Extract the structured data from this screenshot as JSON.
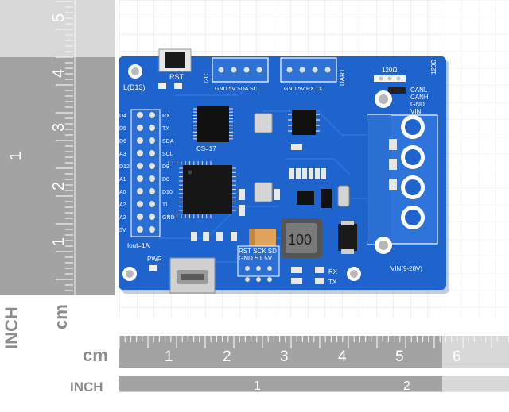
{
  "image": {
    "subject": "Blue CAN bus controller development board photographed on a centimeter and inch ruler grid",
    "colors": {
      "board": "#1f64cc",
      "board_dark": "#164fa6",
      "ruler_dark": "#a0a0a0",
      "ruler_light": "#d9d9d9",
      "label_gray": "#7a7a7a"
    }
  },
  "rulers": {
    "vertical_cm_label": "cm",
    "vertical_inch_label": "INCH",
    "horizontal_cm_label": "cm",
    "horizontal_inch_label": "INCH",
    "cm_ticks": [
      "1",
      "2",
      "3",
      "4",
      "5",
      "6"
    ],
    "inch_ticks": [
      "1",
      "2"
    ],
    "vertical_cm_ticks": [
      "1",
      "2",
      "3",
      "4",
      "5"
    ],
    "vertical_inch_ticks": [
      "1"
    ]
  },
  "board": {
    "labels": {
      "rst": "RST",
      "led": "L(D13)",
      "i2c": "I2C",
      "i2c_pins": "GND 5V SDA SCL",
      "uart": "UART",
      "uart_pins": "GND 5V RX TX",
      "r120_top": "120Ω",
      "r120_side": "120Ω",
      "canl": "CANL",
      "canh": "CANH",
      "gnd": "GND",
      "vin": "VIN",
      "cs": "CS=17",
      "inductor": "100",
      "iout": "Iout=1A",
      "pwr": "PWR",
      "rx": "RX",
      "tx": "TX",
      "vin_range": "VIN(9-28V)",
      "icsp_top": "RST SCK SD",
      "icsp_bottom": "GND ST 5V"
    },
    "left_header_labels": [
      "D4",
      "D5",
      "D6",
      "A3",
      "D12",
      "A1",
      "A0",
      "A2",
      "A2",
      "5V"
    ],
    "right_header_labels": [
      "RX",
      "TX",
      "SDA",
      "SCL",
      "D9",
      "D8",
      "D10",
      "11",
      "GND"
    ]
  }
}
